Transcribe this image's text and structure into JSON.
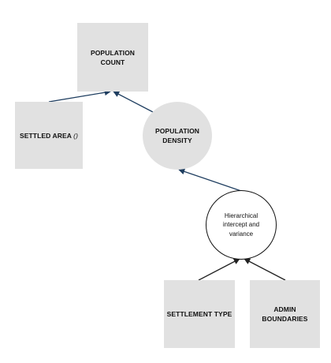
{
  "diagram": {
    "colors": {
      "node_fill": "#e1e1e1",
      "edge": "#1f3e60",
      "text": "#111111"
    },
    "nodes": {
      "population_count": {
        "line1": "POPULATION",
        "line2": "COUNT"
      },
      "settled_area": {
        "label": "SETTLED AREA",
        "suffix": "()"
      },
      "population_density": {
        "line1": "POPULATION",
        "line2": "DENSITY"
      },
      "hierarchical": {
        "line1": "Hierarchical",
        "line2": "intercept and",
        "line3": "variance"
      },
      "settlement_type": {
        "label": "SETTLEMENT TYPE"
      },
      "admin_boundaries": {
        "line1": "ADMIN",
        "line2": "BOUNDARIES"
      }
    },
    "edges": [
      {
        "from": "settled_area",
        "to": "population_count"
      },
      {
        "from": "population_density",
        "to": "population_count"
      },
      {
        "from": "hierarchical",
        "to": "population_density"
      },
      {
        "from": "settlement_type",
        "to": "hierarchical"
      },
      {
        "from": "admin_boundaries",
        "to": "hierarchical"
      }
    ]
  }
}
